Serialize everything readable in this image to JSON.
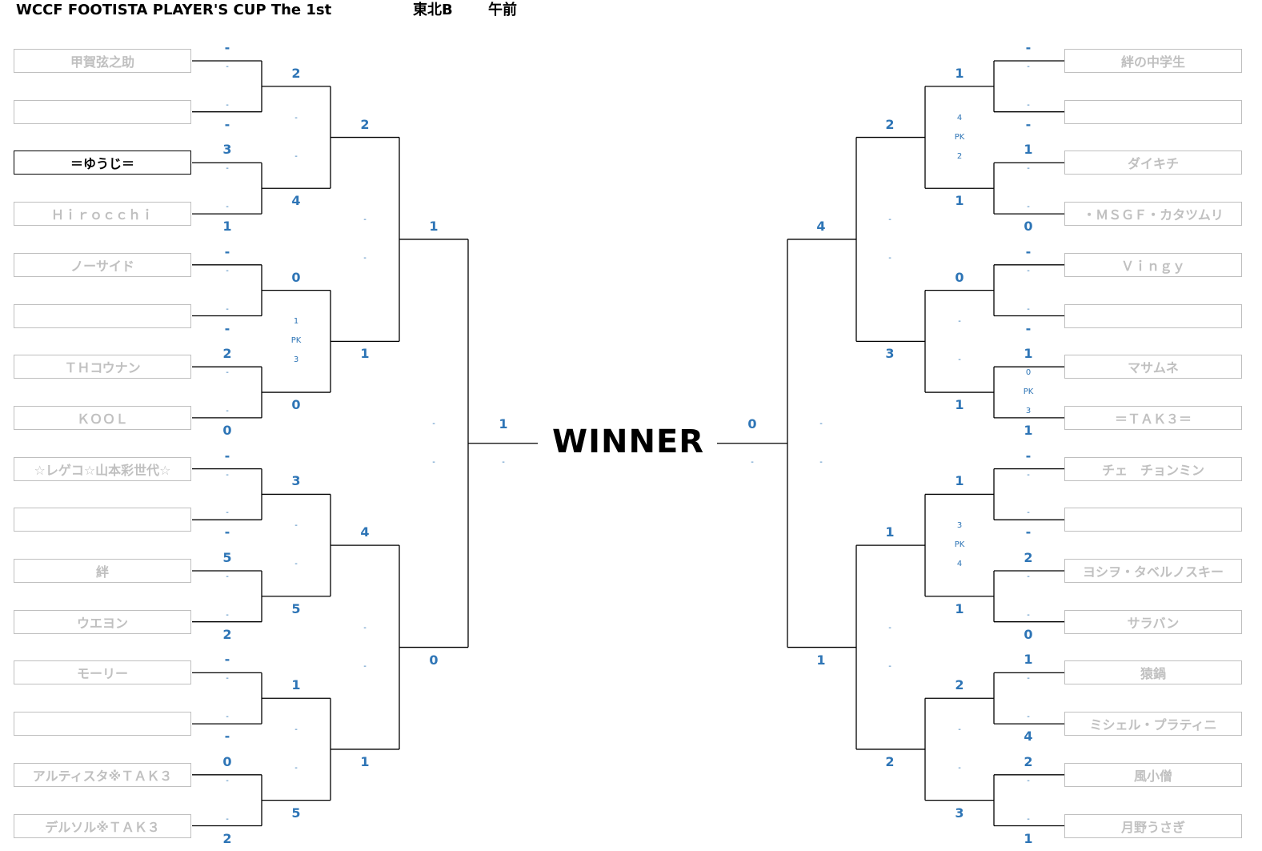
{
  "header": {
    "title": "WCCF FOOTISTA PLAYER'S CUP The 1st",
    "region": "東北B",
    "session": "午前"
  },
  "center_label": "WINNER",
  "left_players": [
    "甲賀弦之助",
    "",
    "＝ゆうじ＝",
    "Ｈｉｒｏｃｃｈｉ",
    "ノーサイド",
    "",
    "ＴＨコウナン",
    "ＫＯＯＬ",
    "☆レゲコ☆山本彩世代☆",
    "",
    "絆",
    "ウエヨン",
    "モーリー",
    "",
    "アルティスタ※ＴＡＫ３",
    "デルソル※ＴＡＫ３"
  ],
  "right_players": [
    "絆の中学生",
    "",
    "ダイキチ",
    "・ＭＳＧＦ・カタツムリ",
    "Ｖｉｎｇｙ",
    "",
    "マサムネ",
    "＝ＴＡＫ３＝",
    "チェ　チョンミン",
    "",
    "ヨシヲ・タベルノスキー",
    "サラバン",
    "猿鍋",
    "ミシェル・プラティニ",
    "風小僧",
    "月野うさぎ"
  ],
  "left_r1": [
    [
      "-",
      "-"
    ],
    [
      "3",
      "1"
    ],
    [
      "-",
      "-"
    ],
    [
      "2",
      "0"
    ],
    [
      "-",
      "-"
    ],
    [
      "5",
      "2"
    ],
    [
      "-",
      "-"
    ],
    [
      "0",
      "2"
    ]
  ],
  "right_r1": [
    [
      "-",
      "-"
    ],
    [
      "1",
      "0"
    ],
    [
      "-",
      "-"
    ],
    [
      "1",
      "1"
    ],
    [
      "-",
      "-"
    ],
    [
      "2",
      "0"
    ],
    [
      "1",
      "4"
    ],
    [
      "2",
      "1"
    ]
  ],
  "left_r2": [
    [
      "2",
      "4"
    ],
    [
      "0",
      "0"
    ],
    [
      "3",
      "5"
    ],
    [
      "1",
      "5"
    ]
  ],
  "right_r2": [
    [
      "1",
      "1"
    ],
    [
      "0",
      "1"
    ],
    [
      "1",
      "1"
    ],
    [
      "2",
      "3"
    ]
  ],
  "left_r3": [
    [
      "2",
      "1"
    ],
    [
      "4",
      "1"
    ]
  ],
  "right_r3": [
    [
      "2",
      "3"
    ],
    [
      "1",
      "2"
    ]
  ],
  "left_r4": [
    "1",
    "0"
  ],
  "right_r4": [
    "4",
    "1"
  ],
  "final": [
    "1",
    "0"
  ],
  "pk_left": [
    {
      "match": 1,
      "top": "1",
      "label": "PK",
      "bottom": "3"
    }
  ],
  "pk_right_r2": [
    {
      "match": 0,
      "top": "4",
      "label": "PK",
      "bottom": "2"
    },
    {
      "match": 2,
      "top": "3",
      "label": "PK",
      "bottom": "4"
    }
  ],
  "pk_right_r1": [
    {
      "match": 3,
      "top": "0",
      "label": "PK",
      "bottom": "3"
    }
  ],
  "active_players": {
    "left": [
      2
    ],
    "right": []
  },
  "colors": {
    "score": "#2e75b6",
    "line": "#000000",
    "box_border": "#bfbfbf",
    "inactive_text": "#c0c0c0"
  }
}
